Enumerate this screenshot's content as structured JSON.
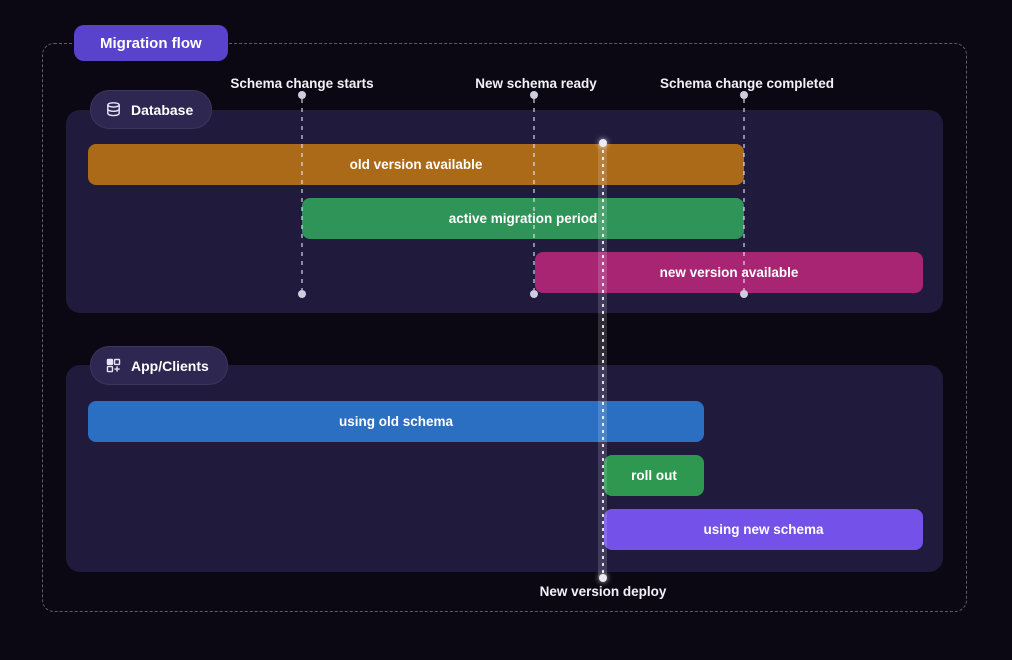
{
  "title_badge": {
    "label": "Migration flow",
    "bg": "#5a43cc"
  },
  "timeline_markers": [
    {
      "label": "Schema change starts"
    },
    {
      "label": "New schema ready"
    },
    {
      "label": "Schema change completed"
    }
  ],
  "sections": {
    "database": {
      "label": "Database",
      "icon": "database-icon",
      "bars": [
        {
          "label": "old version available",
          "color": "#ab6a17"
        },
        {
          "label": "active migration period",
          "color": "#2f9457"
        },
        {
          "label": "new version available",
          "color": "#a82574"
        }
      ]
    },
    "apps": {
      "label": "App/Clients",
      "icon": "apps-plus-icon",
      "bars": [
        {
          "label": "using old schema",
          "color": "#2a6fc2"
        },
        {
          "label": "roll out",
          "color": "#2e9851"
        },
        {
          "label": "using new schema",
          "color": "#7451e8"
        }
      ]
    }
  },
  "deploy_marker": {
    "label": "New version deploy"
  },
  "colors": {
    "page_bg": "#0b0814",
    "panel_bg": "#201a3c",
    "pill_bg": "#2e2751",
    "dashed_border": "#5d5c6a",
    "marker_dot": "#cfccdf",
    "text": "#ffffff"
  }
}
